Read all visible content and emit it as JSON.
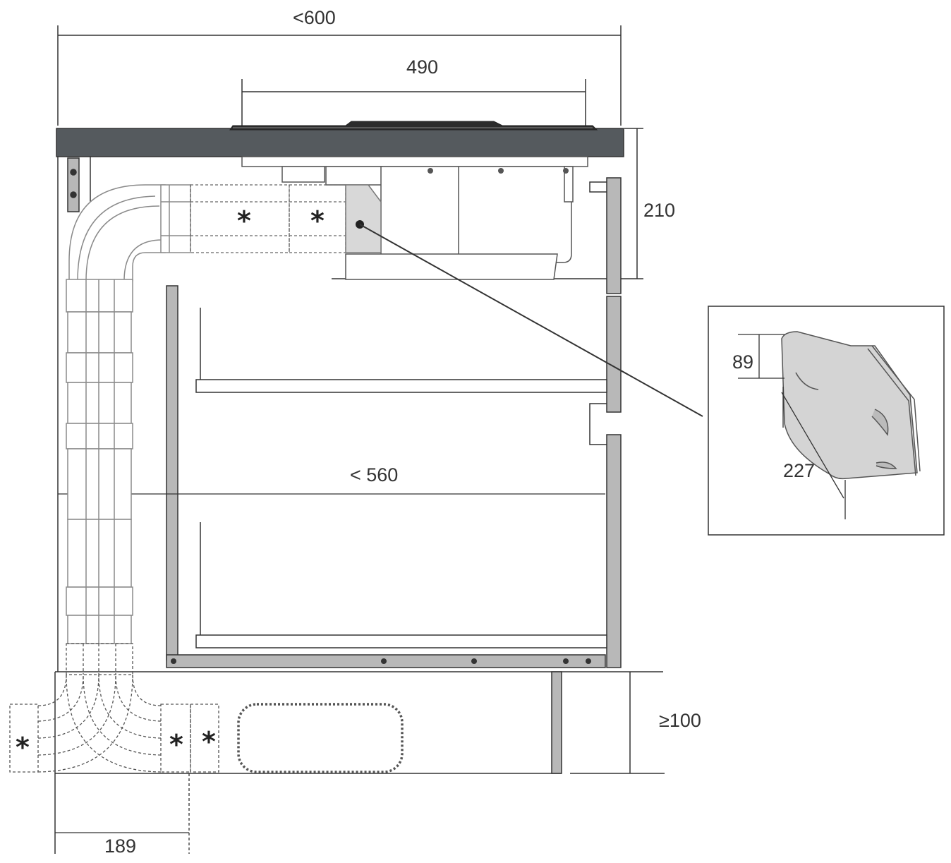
{
  "dimensions": {
    "total_width": "<600",
    "hob_width": "490",
    "hob_height": "210",
    "cabinet_depth": "< 560",
    "plinth_height": "≥100",
    "duct_offset": "189"
  },
  "detail": {
    "height": "89",
    "length": "227"
  },
  "markers": {
    "asterisk": "*"
  },
  "colors": {
    "worktop": "#555a5e",
    "panel": "#b8b8b8",
    "line": "#333333",
    "duct_stroke": "#8a8a8a"
  }
}
